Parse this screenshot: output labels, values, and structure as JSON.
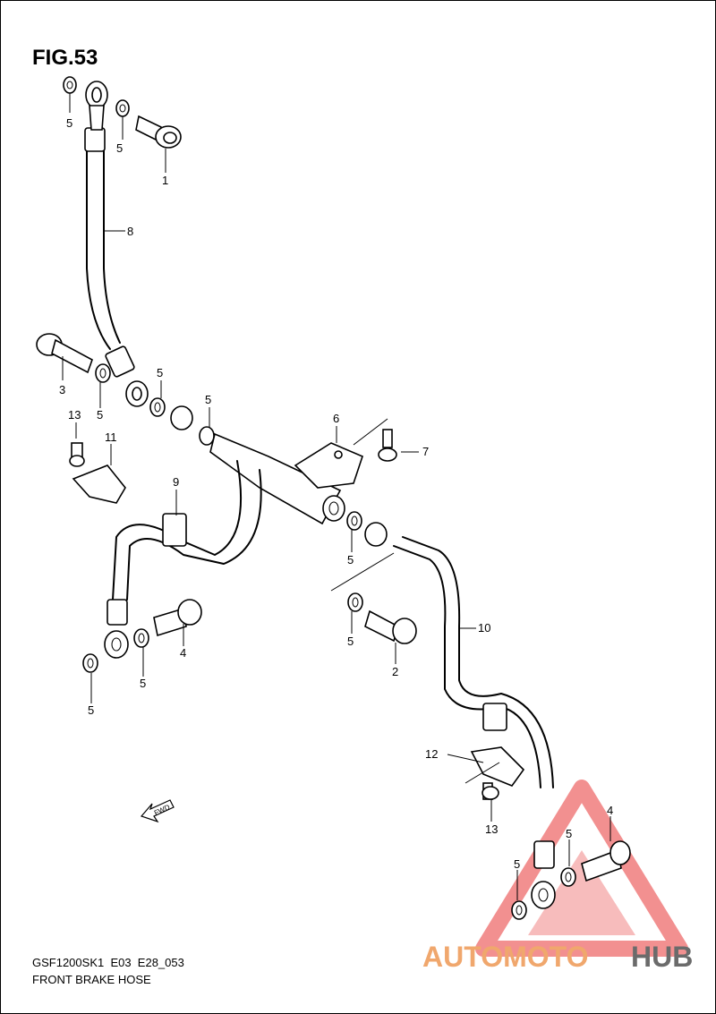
{
  "figure": {
    "title": "FIG.53"
  },
  "footer": {
    "model_code": "GSF1200SK1  E03  E28_053",
    "caption": "FRONT BRAKE HOSE"
  },
  "watermark": {
    "brand_part1": "AUTOMOTO",
    "brand_part2": "HUB",
    "color_primary": "#f08a5d",
    "color_secondary": "#6b6b6b",
    "triangle_color": "#ee6b6b"
  },
  "fwd_arrow": {
    "label": "FWD"
  },
  "callouts": [
    "1",
    "2",
    "3",
    "4",
    "4",
    "5",
    "5",
    "5",
    "5",
    "5",
    "5",
    "5",
    "5",
    "5",
    "5",
    "5",
    "6",
    "7",
    "8",
    "9",
    "10",
    "11",
    "12",
    "13",
    "13"
  ]
}
